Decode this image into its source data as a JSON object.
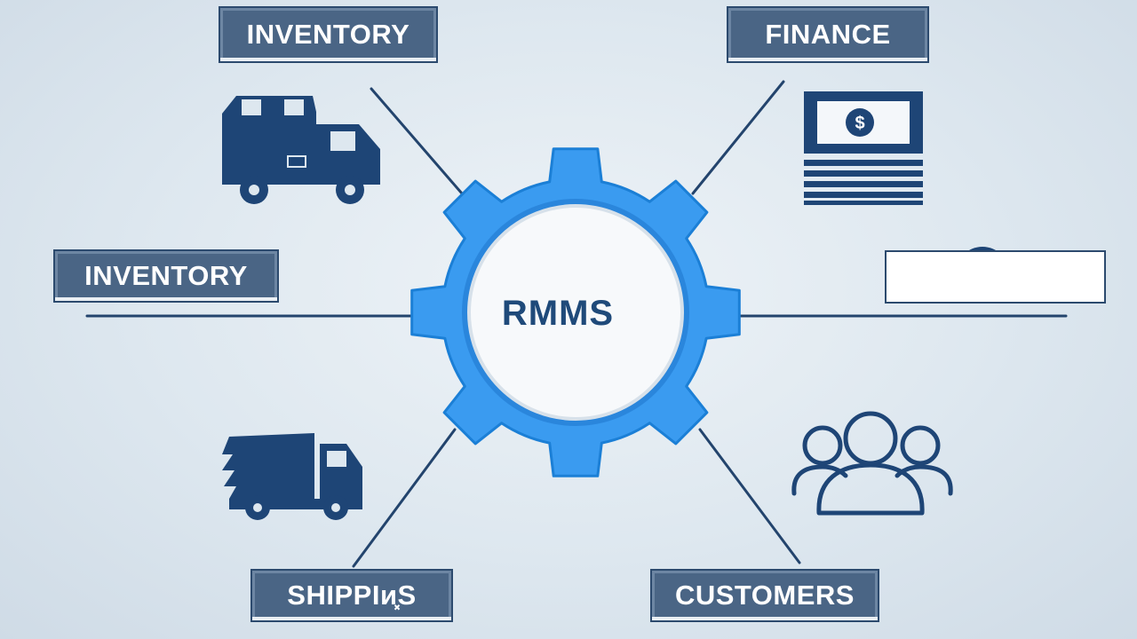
{
  "hub": {
    "label": "RMMS"
  },
  "nodes": [
    {
      "label": "INVENTORY",
      "icon": "delivery-truck-icon"
    },
    {
      "label": "FINANCE",
      "icon": "banknote-icon"
    },
    {
      "label": "INVENTORY",
      "icon": ""
    },
    {
      "label": "",
      "icon": "dollar-person-icon"
    },
    {
      "label": "SHIPPIᴎ͓S",
      "icon": "fast-delivery-truck-icon"
    },
    {
      "label": "CUSTOMERS",
      "icon": "people-group-icon"
    }
  ],
  "colors": {
    "gear": "#3a9bf0",
    "gear_stroke": "#1b7fd6",
    "hub_text": "#1f4a7a",
    "icon": "#1e4576",
    "label_fill": "#4a6585",
    "label_border": "#2c4a6e",
    "connector": "#23446d"
  }
}
